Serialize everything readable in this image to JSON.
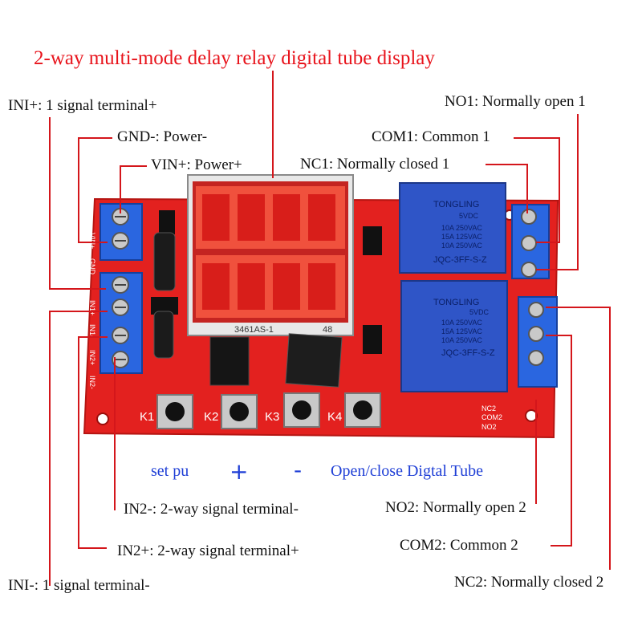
{
  "title": "2-way multi-mode delay relay digital tube display",
  "callouts": {
    "ini_plus": "INI+: 1 signal terminal+",
    "gnd": "GND-: Power-",
    "vin": "VIN+: Power+",
    "nc1": "NC1: Normally closed 1",
    "no1": "NO1: Normally open 1",
    "com1": "COM1: Common 1",
    "in2_minus": "IN2-: 2-way signal terminal-",
    "in2_plus": "IN2+: 2-way signal terminal+",
    "ini_minus": "INI-: 1 signal terminal-",
    "no2": "NO2: Normally open 2",
    "com2": "COM2: Common 2",
    "nc2": "NC2: Normally closed 2"
  },
  "buttons": [
    {
      "key": "K1",
      "caption": "set pu"
    },
    {
      "key": "K2",
      "caption": "+"
    },
    {
      "key": "K3",
      "caption": "-"
    },
    {
      "key": "K4",
      "caption": "Open/close Digtal Tube"
    }
  ],
  "board": {
    "display_part": "3461AS-1",
    "display_code": "48",
    "relay_brand": "TONGLING",
    "relay_voltage": "5VDC",
    "relay_rating_1": "10A 250VAC",
    "relay_rating_2": "15A 125VAC",
    "relay_rating_3": "10A 250VAC",
    "relay_model": "JQC-3FF-S-Z",
    "left_pins": [
      "VIN+",
      "GND",
      "IN1+",
      "IN1-",
      "IN2+",
      "IN2-"
    ],
    "right_pins": [
      "NC2",
      "COM2",
      "NO2"
    ]
  },
  "colors": {
    "pcb": "#e3211f",
    "relay": "#2f55c7",
    "terminal": "#2a66e0",
    "title": "#e8131b",
    "button_caption": "#1f3fd6"
  }
}
